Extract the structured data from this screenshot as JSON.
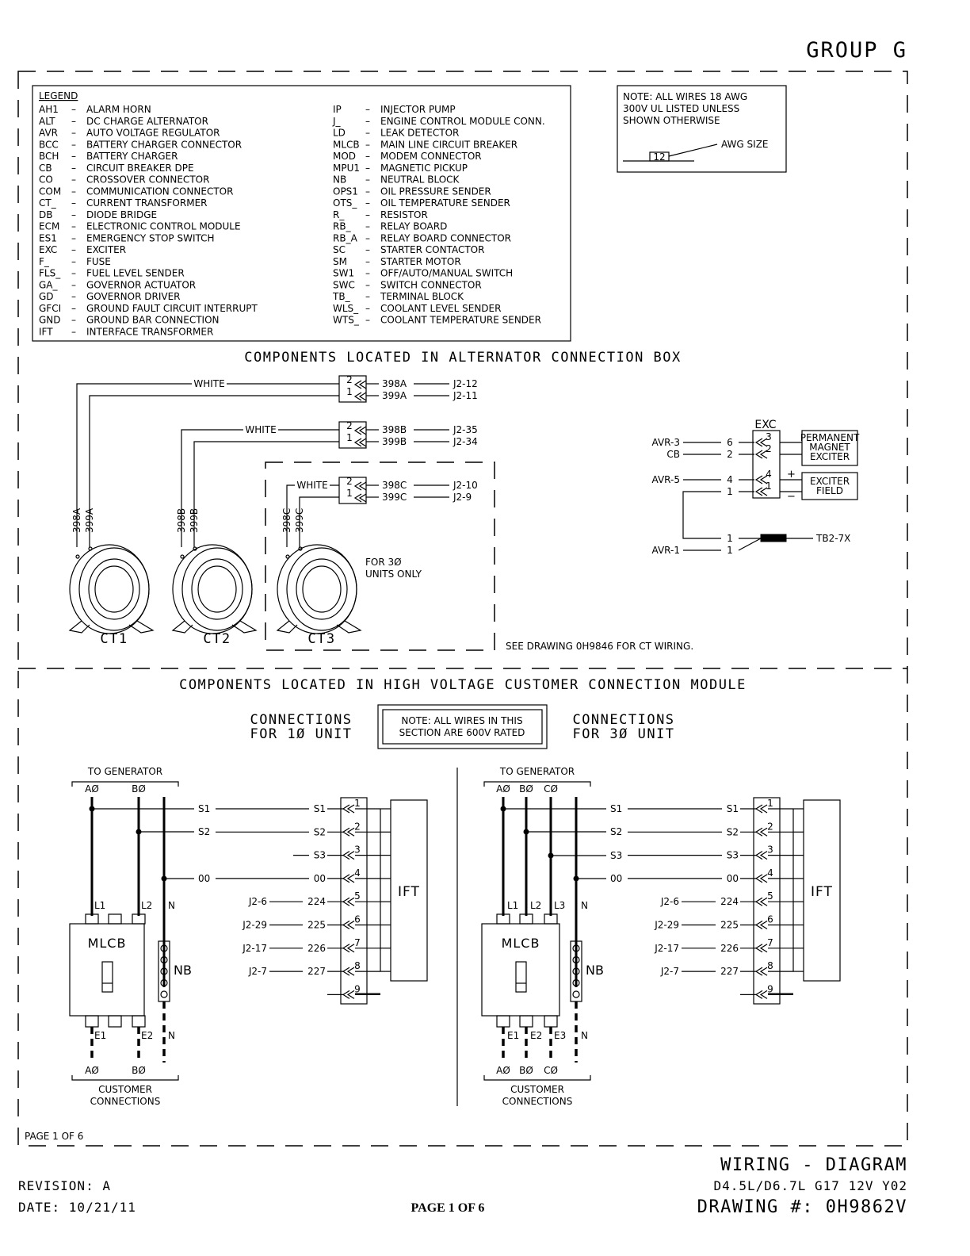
{
  "header": {
    "group": "GROUP G"
  },
  "legend": {
    "title": "LEGEND",
    "left": [
      [
        "AH1",
        "ALARM HORN"
      ],
      [
        "ALT",
        "DC CHARGE ALTERNATOR"
      ],
      [
        "AVR",
        "AUTO VOLTAGE REGULATOR"
      ],
      [
        "BCC",
        "BATTERY CHARGER CONNECTOR"
      ],
      [
        "BCH",
        "BATTERY CHARGER"
      ],
      [
        "CB",
        "CIRCUIT BREAKER DPE"
      ],
      [
        "CO",
        "CROSSOVER CONNECTOR"
      ],
      [
        "COM",
        "COMMUNICATION CONNECTOR"
      ],
      [
        "CT_",
        "CURRENT TRANSFORMER"
      ],
      [
        "DB",
        "DIODE BRIDGE"
      ],
      [
        "ECM",
        "ELECTRONIC CONTROL MODULE"
      ],
      [
        "ES1",
        "EMERGENCY STOP SWITCH"
      ],
      [
        "EXC",
        "EXCITER"
      ],
      [
        "F_",
        "FUSE"
      ],
      [
        "FLS_",
        "FUEL LEVEL SENDER"
      ],
      [
        "GA_",
        "GOVERNOR ACTUATOR"
      ],
      [
        "GD",
        "GOVERNOR DRIVER"
      ],
      [
        "GFCI",
        "GROUND FAULT CIRCUIT INTERRUPT"
      ],
      [
        "GND",
        "GROUND BAR CONNECTION"
      ],
      [
        "IFT",
        "INTERFACE TRANSFORMER"
      ]
    ],
    "right": [
      [
        "IP",
        "INJECTOR PUMP"
      ],
      [
        "J_",
        "ENGINE CONTROL MODULE CONN."
      ],
      [
        "LD",
        "LEAK DETECTOR"
      ],
      [
        "MLCB",
        "MAIN LINE CIRCUIT BREAKER"
      ],
      [
        "MOD",
        "MODEM CONNECTOR"
      ],
      [
        "MPU1",
        "MAGNETIC PICKUP"
      ],
      [
        "NB",
        "NEUTRAL BLOCK"
      ],
      [
        "OPS1",
        "OIL PRESSURE SENDER"
      ],
      [
        "OTS_",
        "OIL TEMPERATURE SENDER"
      ],
      [
        "R_",
        "RESISTOR"
      ],
      [
        "RB_",
        "RELAY BOARD"
      ],
      [
        "RB_A",
        "RELAY BOARD CONNECTOR"
      ],
      [
        "SC",
        "STARTER CONTACTOR"
      ],
      [
        "SM",
        "STARTER MOTOR"
      ],
      [
        "SW1",
        "OFF/AUTO/MANUAL SWITCH"
      ],
      [
        "SWC",
        "SWITCH CONNECTOR"
      ],
      [
        "TB_",
        "TERMINAL BLOCK"
      ],
      [
        "WLS_",
        "COOLANT LEVEL SENDER"
      ],
      [
        "WTS_",
        "COOLANT TEMPERATURE SENDER"
      ]
    ]
  },
  "note_wires": {
    "lines": [
      "NOTE: ALL WIRES 18 AWG",
      "300V UL LISTED UNLESS",
      "SHOWN OTHERWISE"
    ],
    "awg_label": "AWG SIZE",
    "awg_value": "12"
  },
  "section_alt": {
    "title": "COMPONENTS LOCATED IN ALTERNATOR CONNECTION BOX"
  },
  "ct_groups": [
    {
      "white": "WHITE",
      "pins": [
        "2",
        "1"
      ],
      "wires": [
        "398A",
        "399A"
      ],
      "dests": [
        "J2-12",
        "J2-11"
      ],
      "name": "CT1"
    },
    {
      "white": "WHITE",
      "pins": [
        "2",
        "1"
      ],
      "wires": [
        "398B",
        "399B"
      ],
      "dests": [
        "J2-35",
        "J2-34"
      ],
      "name": "CT2"
    },
    {
      "white": "WHITE",
      "pins": [
        "2",
        "1"
      ],
      "wires": [
        "398C",
        "399C"
      ],
      "dests": [
        "J2-10",
        "J2-9"
      ],
      "name": "CT3"
    }
  ],
  "ct3_note": [
    "FOR 3Ø",
    "UNITS ONLY"
  ],
  "ct_see_drawing": "SEE DRAWING 0H9846 FOR CT WIRING.",
  "exc": {
    "title": "EXC",
    "rows": [
      {
        "src": "AVR-3",
        "wire": "6",
        "pin": "3"
      },
      {
        "src": "CB",
        "wire": "2",
        "pin": "2"
      },
      {
        "src": "AVR-5",
        "wire": "4",
        "pin": "4"
      },
      {
        "src": "",
        "wire": "1",
        "pin": "1"
      }
    ],
    "pm_label": [
      "PERMANENT",
      "MAGNET",
      "EXCITER"
    ],
    "field_label": [
      "EXCITER",
      "FIELD"
    ],
    "plus": "+",
    "minus": "−",
    "resistor_left": [
      "1",
      "1"
    ],
    "resistor_src": "AVR-1",
    "resistor_dest": "TB2-7X"
  },
  "section_hv": {
    "title": "COMPONENTS LOCATED IN HIGH VOLTAGE CUSTOMER CONNECTION MODULE"
  },
  "hv_note": [
    "NOTE: ALL WIRES IN THIS",
    "SECTION ARE 600V RATED"
  ],
  "conn_1ph": [
    "CONNECTIONS",
    "FOR 1Ø UNIT"
  ],
  "conn_3ph": [
    "CONNECTIONS",
    "FOR 3Ø UNIT"
  ],
  "hv_left": {
    "to_gen": "TO GENERATOR",
    "phases_top": [
      "AØ",
      "BØ"
    ],
    "buses": [
      "S1",
      "S2",
      "00"
    ],
    "terminals": [
      {
        "left": "S1",
        "src": "",
        "pin": "1"
      },
      {
        "left": "S2",
        "src": "",
        "pin": "2"
      },
      {
        "left": "S3",
        "src": "",
        "pin": "3"
      },
      {
        "left": "00",
        "src": "",
        "pin": "4"
      },
      {
        "left": "224",
        "src": "J2-6",
        "pin": "5"
      },
      {
        "left": "225",
        "src": "J2-29",
        "pin": "6"
      },
      {
        "left": "226",
        "src": "J2-17",
        "pin": "7"
      },
      {
        "left": "227",
        "src": "J2-7",
        "pin": "8"
      },
      {
        "left": "",
        "src": "",
        "pin": "9"
      }
    ],
    "ift": "IFT",
    "mlcb": "MLCB",
    "nb": "NB",
    "l_labels": [
      "L1",
      "L2",
      "N"
    ],
    "e_labels": [
      "E1",
      "E2",
      "N"
    ],
    "phases_bottom": [
      "AØ",
      "BØ"
    ],
    "customer": [
      "CUSTOMER",
      "CONNECTIONS"
    ]
  },
  "hv_right": {
    "to_gen": "TO GENERATOR",
    "phases_top": [
      "AØ",
      "BØ",
      "CØ"
    ],
    "buses": [
      "S1",
      "S2",
      "S3",
      "00"
    ],
    "terminals": [
      {
        "left": "S1",
        "src": "",
        "pin": "1"
      },
      {
        "left": "S2",
        "src": "",
        "pin": "2"
      },
      {
        "left": "S3",
        "src": "",
        "pin": "3"
      },
      {
        "left": "00",
        "src": "",
        "pin": "4"
      },
      {
        "left": "224",
        "src": "J2-6",
        "pin": "5"
      },
      {
        "left": "225",
        "src": "J2-29",
        "pin": "6"
      },
      {
        "left": "226",
        "src": "J2-17",
        "pin": "7"
      },
      {
        "left": "227",
        "src": "J2-7",
        "pin": "8"
      },
      {
        "left": "",
        "src": "",
        "pin": "9"
      }
    ],
    "ift": "IFT",
    "mlcb": "MLCB",
    "nb": "NB",
    "l_labels": [
      "L1",
      "L2",
      "L3",
      "N"
    ],
    "e_labels": [
      "E1",
      "E2",
      "E3",
      "N"
    ],
    "phases_bottom": [
      "AØ",
      "BØ",
      "CØ"
    ],
    "customer": [
      "CUSTOMER",
      "CONNECTIONS"
    ]
  },
  "page_inner": "PAGE 1 OF 6",
  "footer": {
    "revision": "REVISION: A",
    "date": "DATE: 10/21/11",
    "center": "PAGE 1 OF 6",
    "title": "WIRING - DIAGRAM",
    "model": "D4.5L/D6.7L G17 12V Y02",
    "drawing": "DRAWING #: 0H9862V"
  }
}
